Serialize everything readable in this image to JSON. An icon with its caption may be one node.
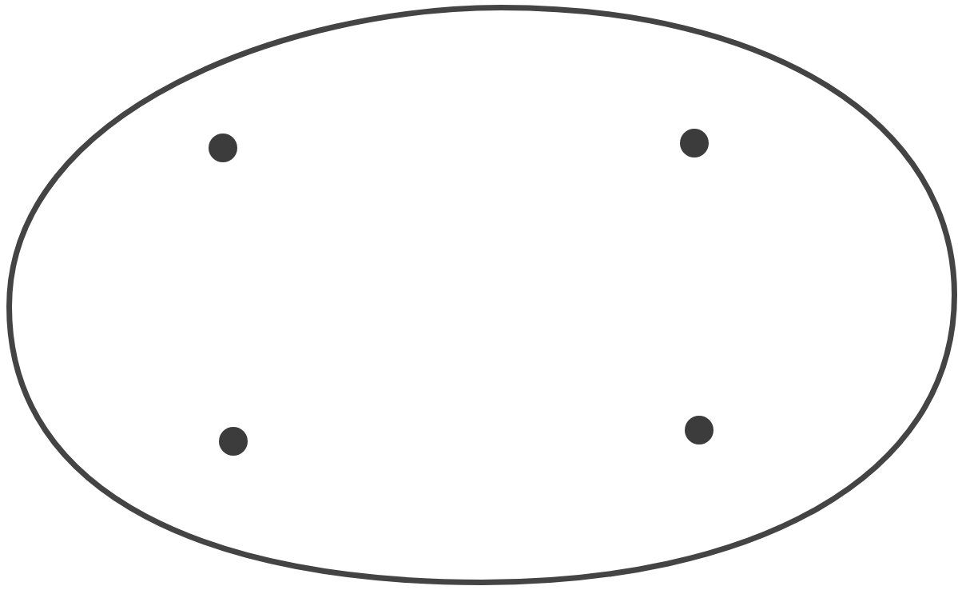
{
  "diagram": {
    "nodes": [
      {
        "text": [],
        "shape": "ellipse"
      },
      {
        "text": [],
        "shape": "circle",
        "in": 0
      },
      {
        "text": [],
        "shape": "circle",
        "in": 0
      },
      {
        "text": [],
        "shape": "circle",
        "in": 0
      },
      {
        "text": [],
        "shape": "circle",
        "in": 0
      }
    ]
  }
}
